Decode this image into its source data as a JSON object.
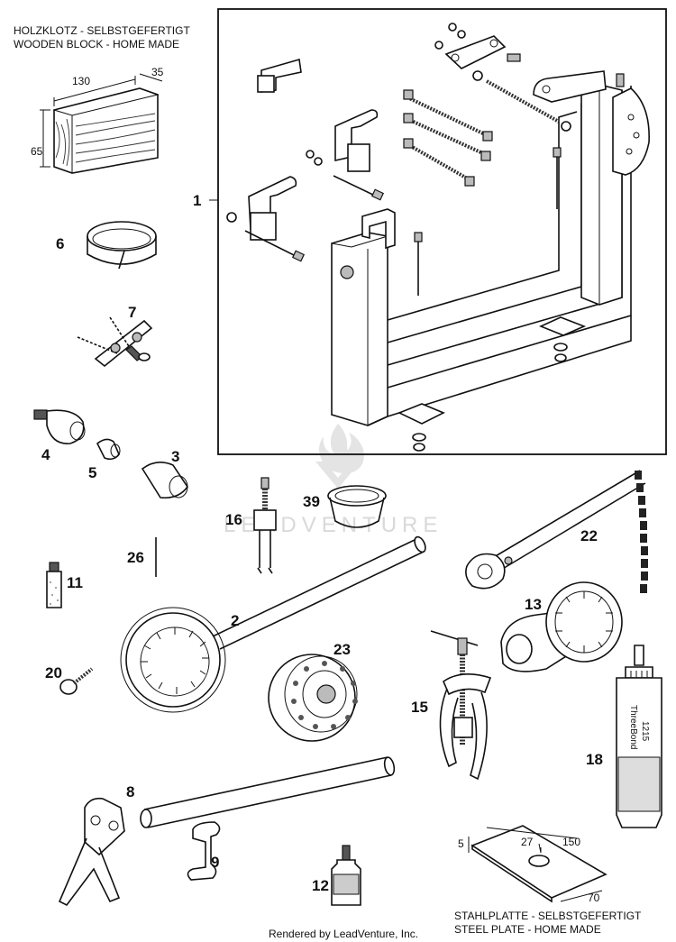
{
  "captions": {
    "wooden_block_de": "HOLZKLOTZ - SELBSTGEFERTIGT",
    "wooden_block_en": "WOODEN BLOCK - HOME MADE",
    "steel_plate_de": "STAHLPLATTE - SELBSTGEFERTIGT",
    "steel_plate_en": "STEEL PLATE - HOME MADE"
  },
  "dimensions": {
    "block_length": "130",
    "block_width": "35",
    "block_height": "65",
    "plate_thickness": "5",
    "plate_hole": "27",
    "plate_length": "150",
    "plate_width": "70"
  },
  "labels": {
    "p1": "1",
    "p2": "2",
    "p3": "3",
    "p4": "4",
    "p5": "5",
    "p6": "6",
    "p7": "7",
    "p8": "8",
    "p9": "9",
    "p11": "11",
    "p12": "12",
    "p13": "13",
    "p15": "15",
    "p16": "16",
    "p18": "18",
    "p20": "20",
    "p22": "22",
    "p23": "23",
    "p26": "26",
    "p39": "39"
  },
  "tube_text": {
    "brand": "ThreeBond",
    "code": "1215"
  },
  "watermark": "LEADVENTURE",
  "footer": "Rendered by LeadVenture, Inc."
}
